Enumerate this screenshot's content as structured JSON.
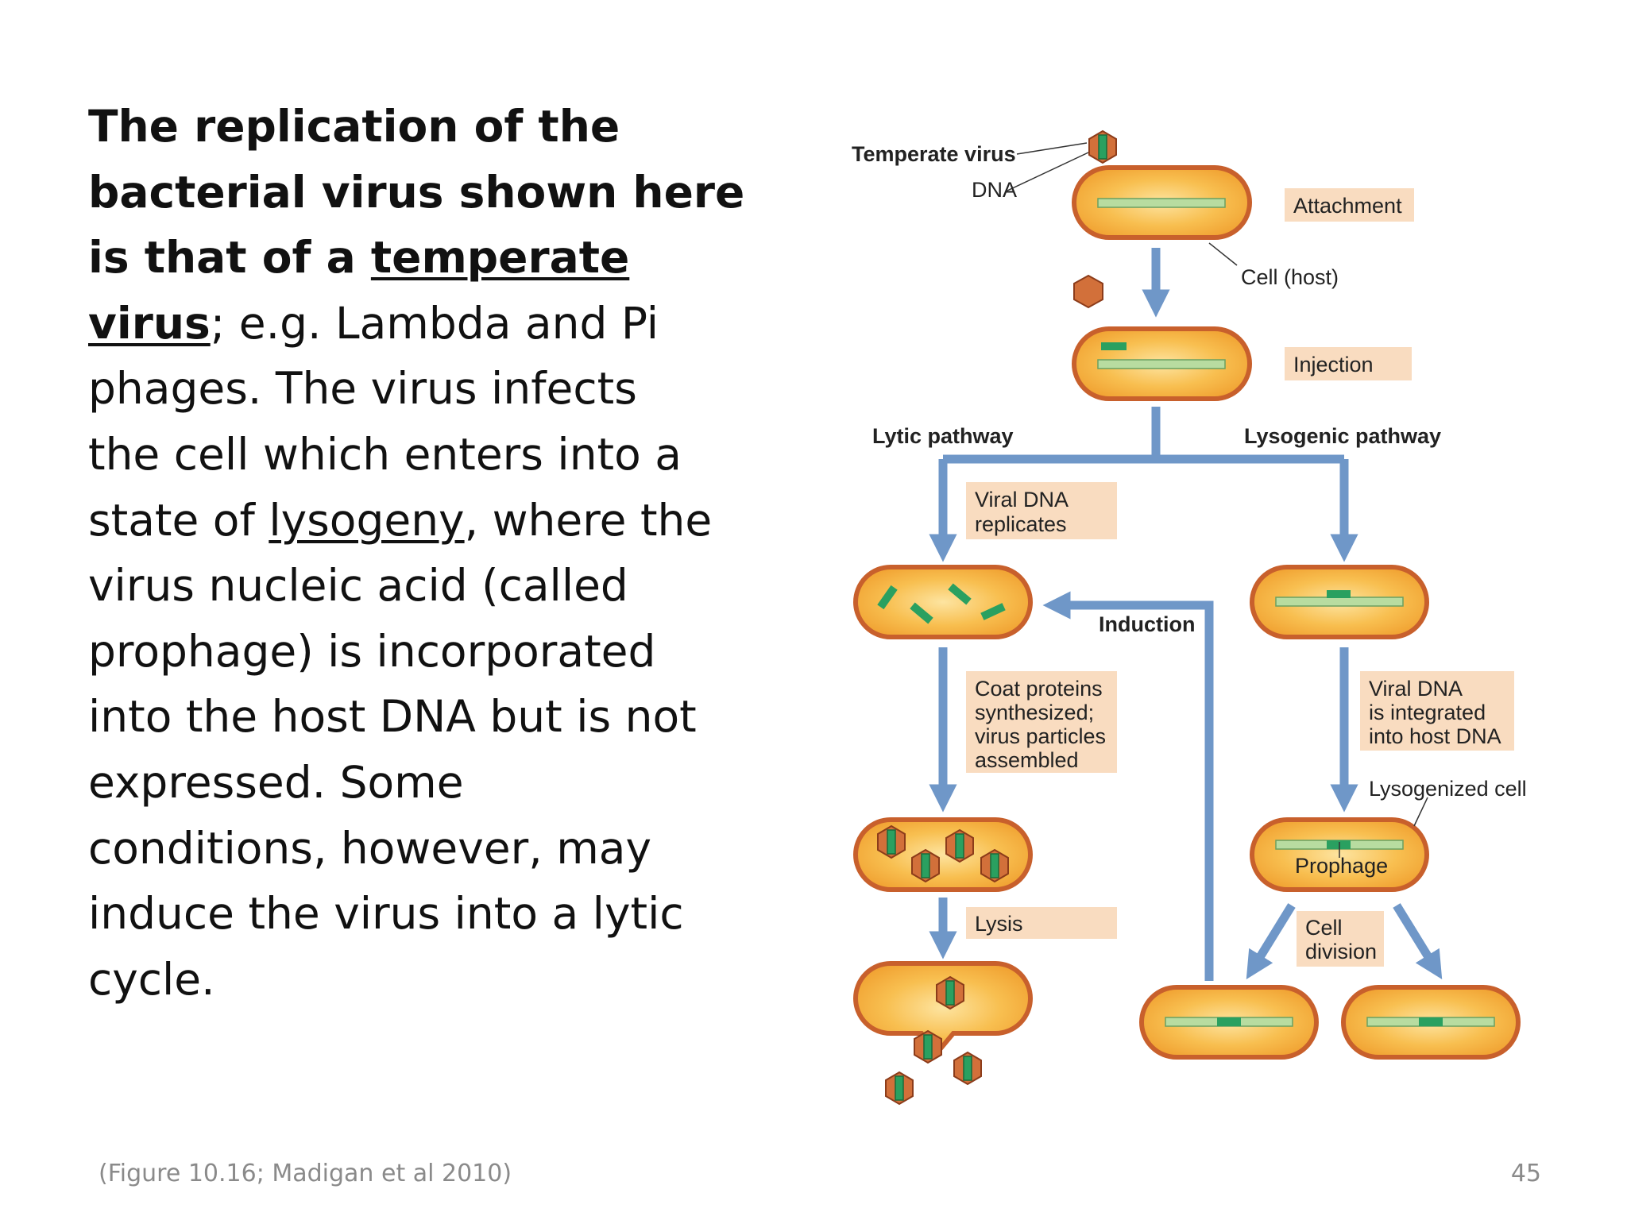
{
  "body_text": {
    "l1": "The replication of the",
    "l2": "bacterial virus shown here",
    "l3a": "is that of a ",
    "l3b": "temperate",
    "l4a": "virus",
    "l4b": "; e.g. Lambda and Pi",
    "l5": "phages. The virus infects",
    "l6": "the cell which enters into a",
    "l7a": "state of ",
    "l7b": "lysogeny",
    "l7c": ", where the",
    "l8": "virus nucleic acid (called",
    "l9": "prophage) is incorporated",
    "l10": "into the host DNA but is not",
    "l11": "expressed. Some",
    "l12": "conditions, however, may",
    "l13": "induce the virus into a lytic",
    "l14": "cycle."
  },
  "caption": "(Figure 10.16; Madigan et al 2010)",
  "page_number": "45",
  "figure": {
    "temperate_virus": "Temperate virus",
    "dna": "DNA",
    "attachment": "Attachment",
    "cell_host": "Cell (host)",
    "injection": "Injection",
    "lytic_pathway": "Lytic pathway",
    "lysogenic_pathway": "Lysogenic pathway",
    "viral_dna_replicates": [
      "Viral DNA",
      "replicates"
    ],
    "induction": "Induction",
    "coat_proteins": [
      "Coat proteins",
      "synthesized;",
      "virus particles",
      "assembled"
    ],
    "viral_dna_integrated": [
      "Viral DNA",
      "is integrated",
      "into host DNA"
    ],
    "lysogenized_cell": "Lysogenized cell",
    "prophage": "Prophage",
    "lysis": "Lysis",
    "cell_division": [
      "Cell",
      "division"
    ]
  },
  "colors": {
    "cell_fill": "#f6b443",
    "cell_outline": "#c8602c",
    "arrow": "#6f97c8",
    "label_box": "#f9dcc0",
    "dna_light": "#b8dca0",
    "dna_dark": "#2aa060"
  }
}
